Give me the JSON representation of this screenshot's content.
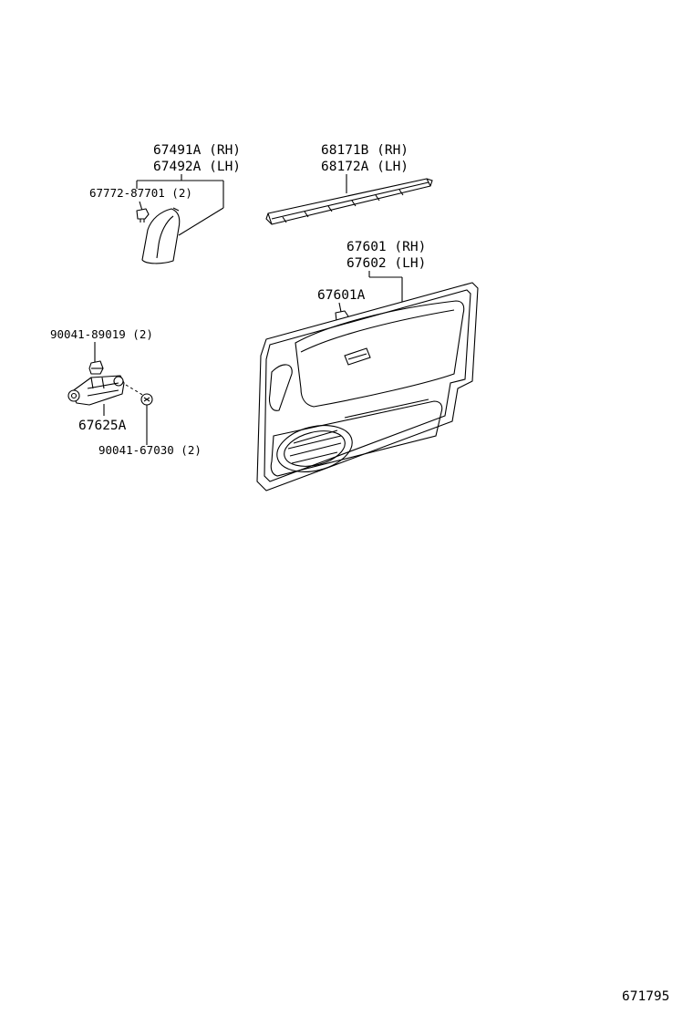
{
  "diagram": {
    "labels": {
      "garnish_rh": "67491A (RH)",
      "garnish_lh": "67492A (LH)",
      "clip_garnish": "67772-87701 (2)",
      "weatherstrip_rh": "68171B (RH)",
      "weatherstrip_lh": "68172A (LH)",
      "trim_rh": "67601 (RH)",
      "trim_lh": "67602 (LH)",
      "trim_clip": "67601A",
      "screw_a": "90041-89019 (2)",
      "bracket": "67625A",
      "screw_b": "90041-67030 (2)",
      "figure_code": "671795"
    },
    "colors": {
      "line": "#000000",
      "background": "#ffffff"
    }
  }
}
